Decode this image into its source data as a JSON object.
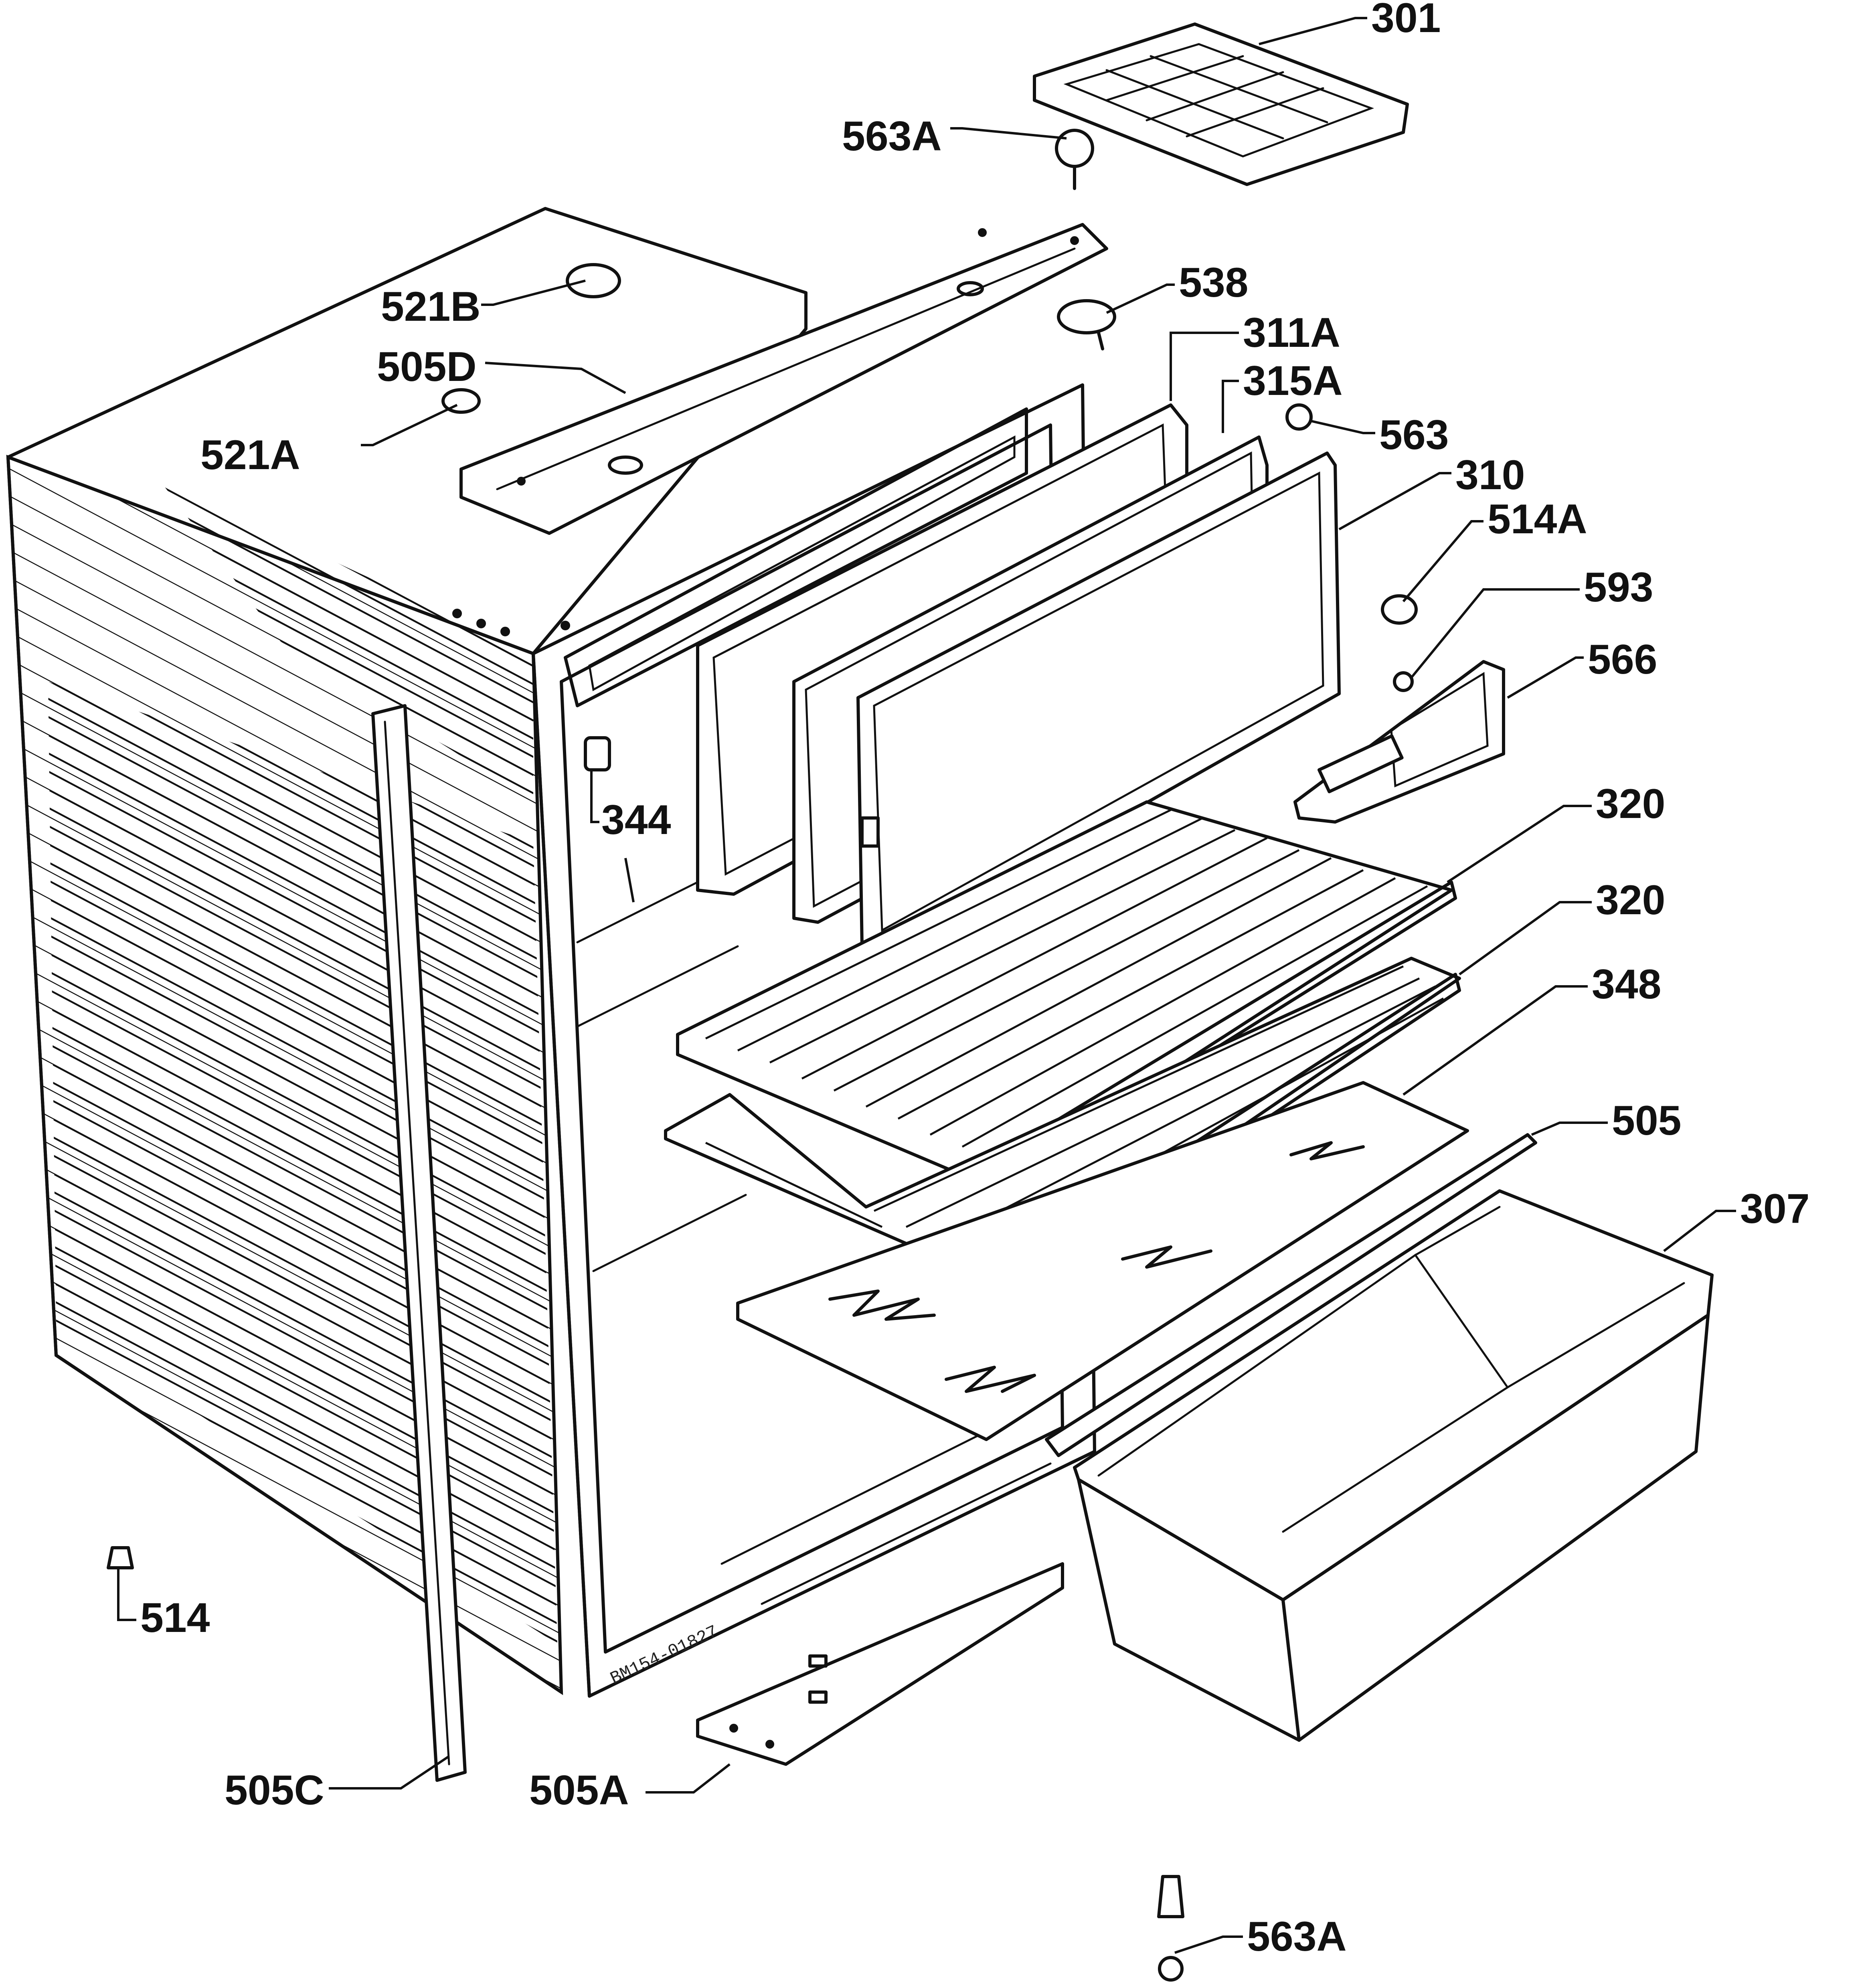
{
  "drawing_code": "BM154-01827",
  "labels": {
    "p301": "301",
    "p563a_top": "563A",
    "p521b": "521B",
    "p505d": "505D",
    "p521a": "521A",
    "p538": "538",
    "p311a": "311A",
    "p315a": "315A",
    "p563": "563",
    "p310": "310",
    "p514a": "514A",
    "p593": "593",
    "p566": "566",
    "p344": "344",
    "p320_upper": "320",
    "p320_lower": "320",
    "p348": "348",
    "p505": "505",
    "p307": "307",
    "p514": "514",
    "p505c": "505C",
    "p505a": "505A",
    "p563a_bottom": "563A"
  }
}
